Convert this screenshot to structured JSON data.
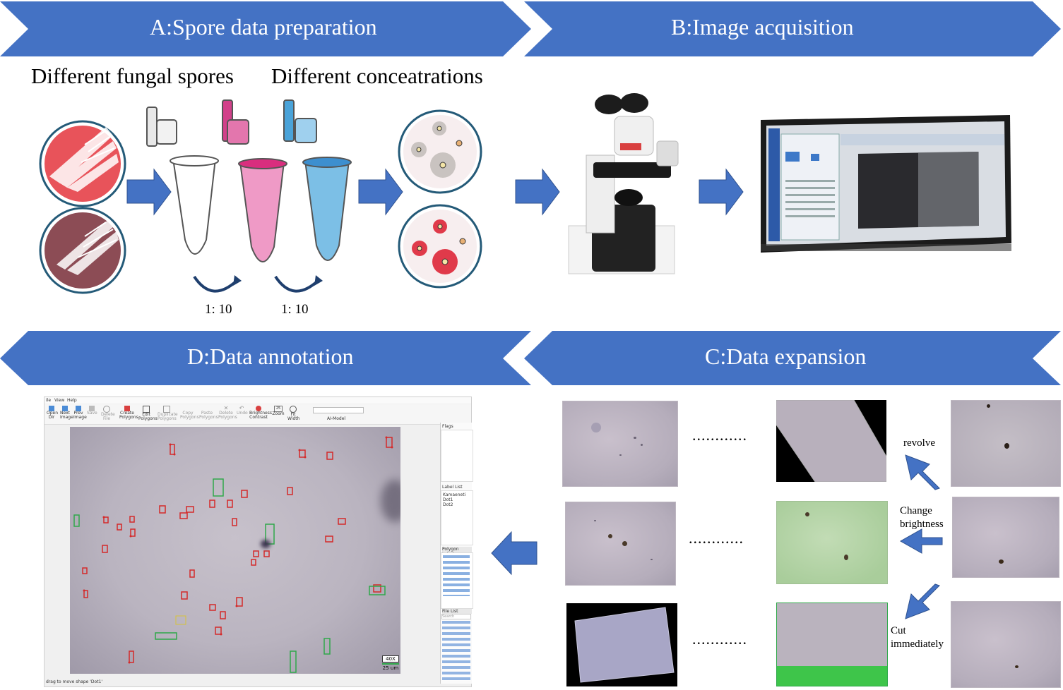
{
  "banners": {
    "a": "A:Spore data preparation",
    "b": "B:Image acquisition",
    "c": "C:Data expansion",
    "d": "D:Data annotation"
  },
  "panel_a": {
    "label_spores": "Different fungal spores",
    "label_conc": "Different conceatrations",
    "ratio_1": "1:  10",
    "ratio_2": "1:  10"
  },
  "panel_c": {
    "revolve": "revolve",
    "brightness_line1": "Change",
    "brightness_line2": "brightness",
    "cut_line1": "Cut",
    "cut_line2": "immediately",
    "dots": "............"
  },
  "panel_d": {
    "menu": [
      "ile",
      "View",
      "Help"
    ],
    "toolbar": [
      "Open Dir",
      "Next Image",
      "Prev Image",
      "Save",
      "Delete File",
      "Create Polygons",
      "Edit Polygons",
      "Duplicate Polygons",
      "Copy Polygons",
      "Paste Polygons",
      "Delete Polygons",
      "Undo",
      "Brightness Contrast",
      "Zoom",
      "Fit Width"
    ],
    "ai_model": "AI-Model",
    "flags_title": "Flags",
    "label_list_title": "Label List",
    "label_list_items": [
      "Kamaeneti",
      "Dot1",
      "Dot2"
    ],
    "polygon_labels_title": "Polygon Labels",
    "file_list_title": "File List",
    "search_placeholder": "Search Filename",
    "scale_mag": "40X",
    "scale_len": "25 um",
    "status": "drag to move shape 'Dot1'"
  },
  "colors": {
    "banner": "#4472c4",
    "arrow": "#4472c4",
    "red_box": "#d42a2a",
    "green_box": "#2fa84a"
  }
}
